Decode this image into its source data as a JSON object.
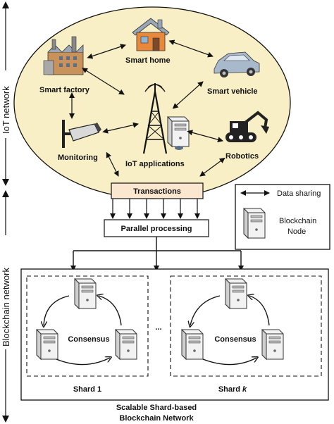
{
  "side_labels": {
    "iot": "IoT network",
    "blockchain": "Blockchain network"
  },
  "iot_nodes": {
    "smart_home": "Smart home",
    "smart_factory": "Smart factory",
    "smart_vehicle": "Smart vehicle",
    "monitoring": "Monitoring",
    "iot_applications": "IoT applications",
    "robotics": "Robotics"
  },
  "pipeline": {
    "transactions": "Transactions",
    "parallel_processing": "Parallel processing"
  },
  "legend": {
    "data_sharing": "Data sharing",
    "blockchain_node_line1": "Blockchain",
    "blockchain_node_line2": "Node"
  },
  "shards": {
    "consensus": "Consensus",
    "shard_1": "Shard 1",
    "shard_k_prefix": "Shard ",
    "shard_k_suffix": "k",
    "ellipsis": "...",
    "network_title_line1": "Scalable Shard-based",
    "network_title_line2": "Blockchain Network"
  },
  "colors": {
    "ellipse_fill": "#f8efc6",
    "transactions_fill": "#fbe6d0",
    "server_body": "#e9e9e9",
    "house_wall": "#e8883a",
    "house_roof": "#9aa7b6",
    "car_body": "#a9b9cc",
    "robot_body": "#222222"
  }
}
